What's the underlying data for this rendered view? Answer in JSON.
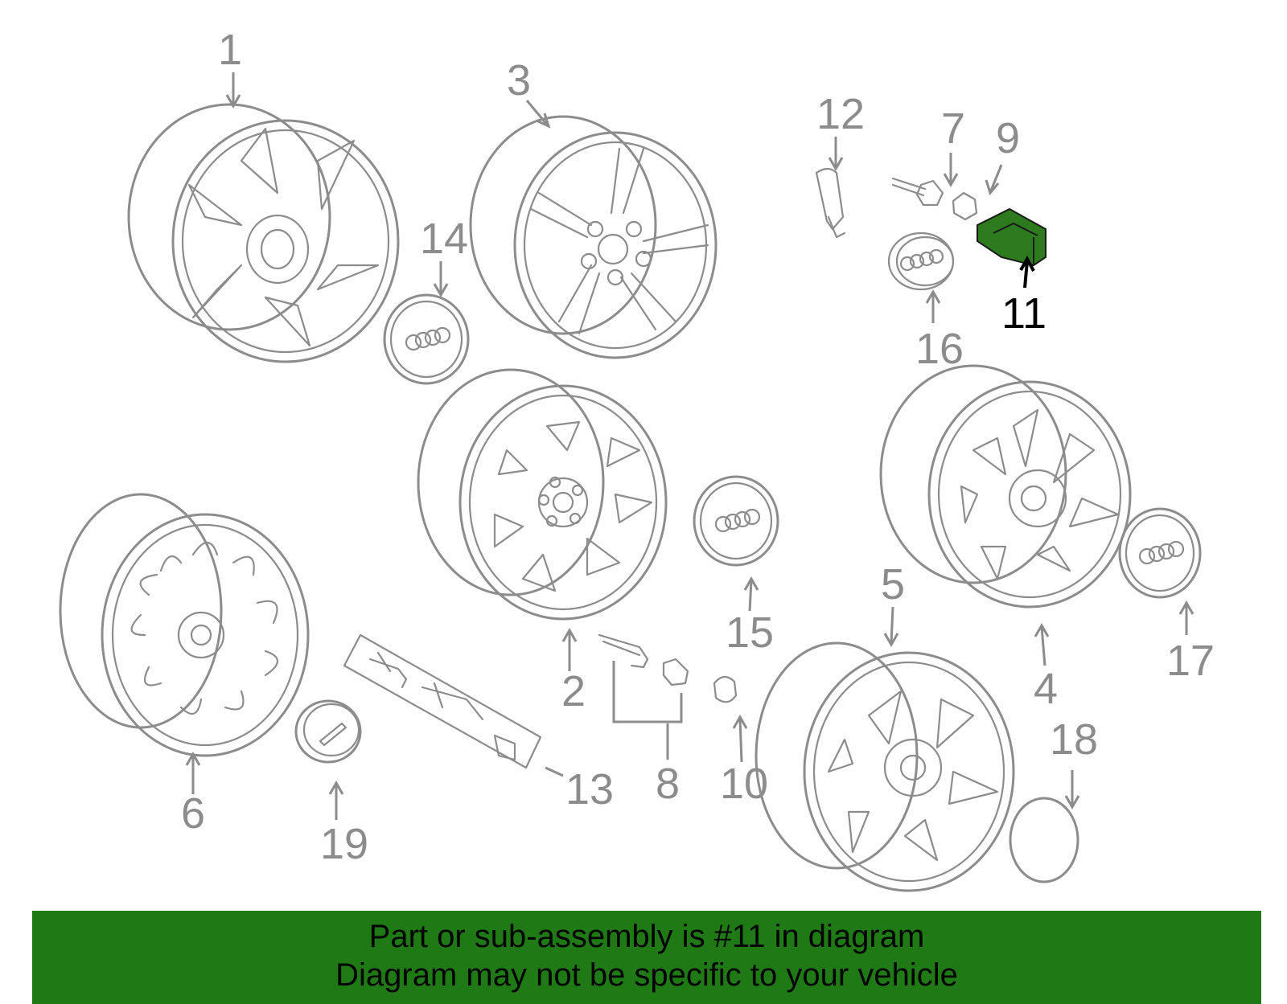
{
  "callouts": {
    "c1": "1",
    "c2": "2",
    "c3": "3",
    "c4": "4",
    "c5": "5",
    "c6": "6",
    "c7": "7",
    "c8": "8",
    "c9": "9",
    "c10": "10",
    "c11": "11",
    "c12": "12",
    "c13": "13",
    "c14": "14",
    "c15": "15",
    "c16": "16",
    "c17": "17",
    "c18": "18",
    "c19": "19"
  },
  "highlight": {
    "part": "11",
    "color": "#2d7a1f"
  },
  "banner": {
    "line1": "Part or sub-assembly is #11 in diagram",
    "line2": "Diagram may not be specific to your vehicle",
    "background": "#1f7a16"
  }
}
